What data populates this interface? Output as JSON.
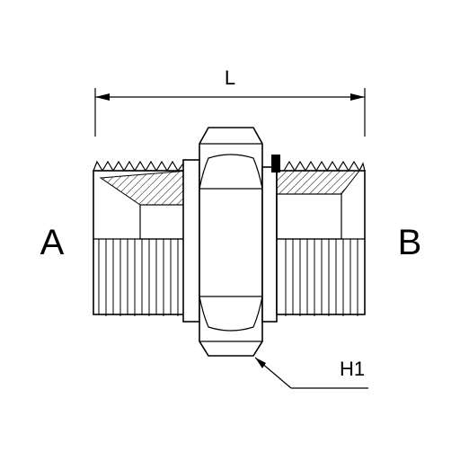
{
  "labels": {
    "dimension_length": "L",
    "port_a": "A",
    "port_b": "B",
    "hex_size": "H1"
  },
  "colors": {
    "line": "#000000",
    "background": "#ffffff"
  }
}
